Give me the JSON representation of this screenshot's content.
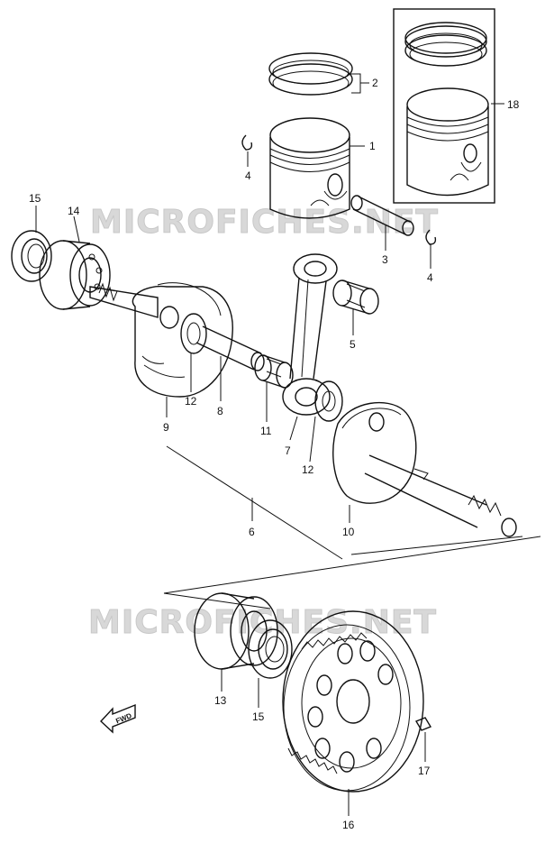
{
  "watermark": "MICROFICHES.NET",
  "fwd_label": "FWD",
  "callouts": [
    {
      "id": "c1",
      "label": "1"
    },
    {
      "id": "c2",
      "label": "2"
    },
    {
      "id": "c3",
      "label": "3"
    },
    {
      "id": "c4a",
      "label": "4"
    },
    {
      "id": "c4b",
      "label": "4"
    },
    {
      "id": "c5",
      "label": "5"
    },
    {
      "id": "c6",
      "label": "6"
    },
    {
      "id": "c7",
      "label": "7"
    },
    {
      "id": "c8",
      "label": "8"
    },
    {
      "id": "c9",
      "label": "9"
    },
    {
      "id": "c10",
      "label": "10"
    },
    {
      "id": "c11",
      "label": "11"
    },
    {
      "id": "c12a",
      "label": "12"
    },
    {
      "id": "c12b",
      "label": "12"
    },
    {
      "id": "c13",
      "label": "13"
    },
    {
      "id": "c14",
      "label": "14"
    },
    {
      "id": "c15a",
      "label": "15"
    },
    {
      "id": "c15b",
      "label": "15"
    },
    {
      "id": "c16",
      "label": "16"
    },
    {
      "id": "c17",
      "label": "17"
    },
    {
      "id": "c18",
      "label": "18"
    }
  ]
}
